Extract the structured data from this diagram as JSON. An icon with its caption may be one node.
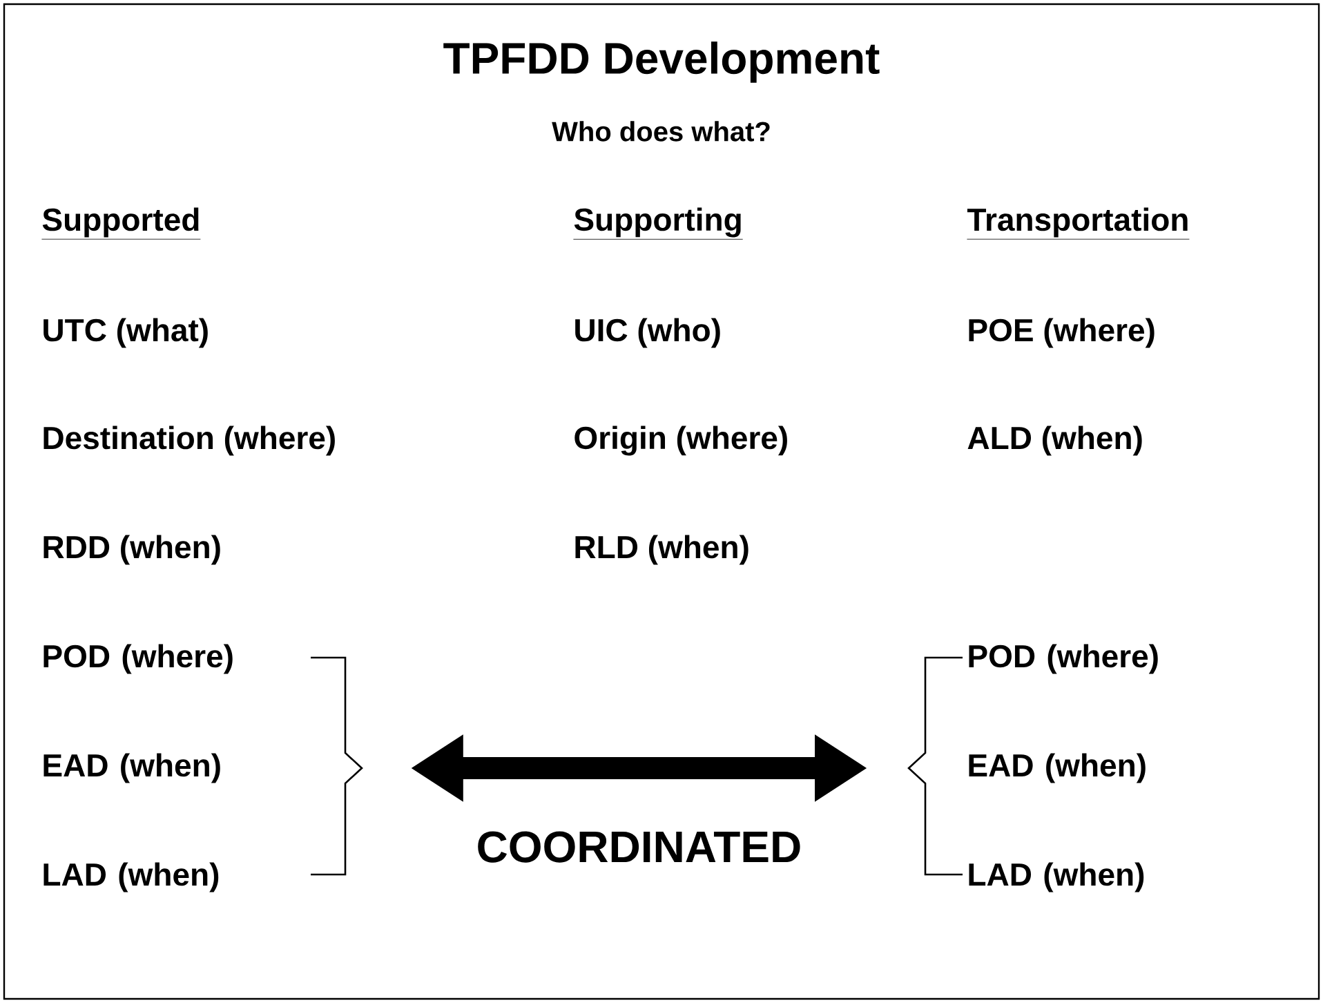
{
  "diagram": {
    "title": "TPFDD Development",
    "nodes": [
      {
        "text": [
          "POD (where)",
          "EAD (when)",
          "LAD (when)"
        ]
      },
      {
        "text": [
          "POD (where)",
          "EAD (when)",
          "LAD (when)"
        ]
      }
    ],
    "edges": [
      {
        "from": 0,
        "to": 1,
        "arrow": "both",
        "label": "COORDINATED"
      }
    ],
    "labels": [
      "Who does what?",
      "Supported",
      "Supporting",
      "Transportation",
      "UTC  (what)",
      "UIC (who)",
      "POE (where)",
      "Destination  (where)",
      "Origin (where)",
      "ALD (when)",
      "RDD (when)",
      "RLD (when)"
    ]
  }
}
